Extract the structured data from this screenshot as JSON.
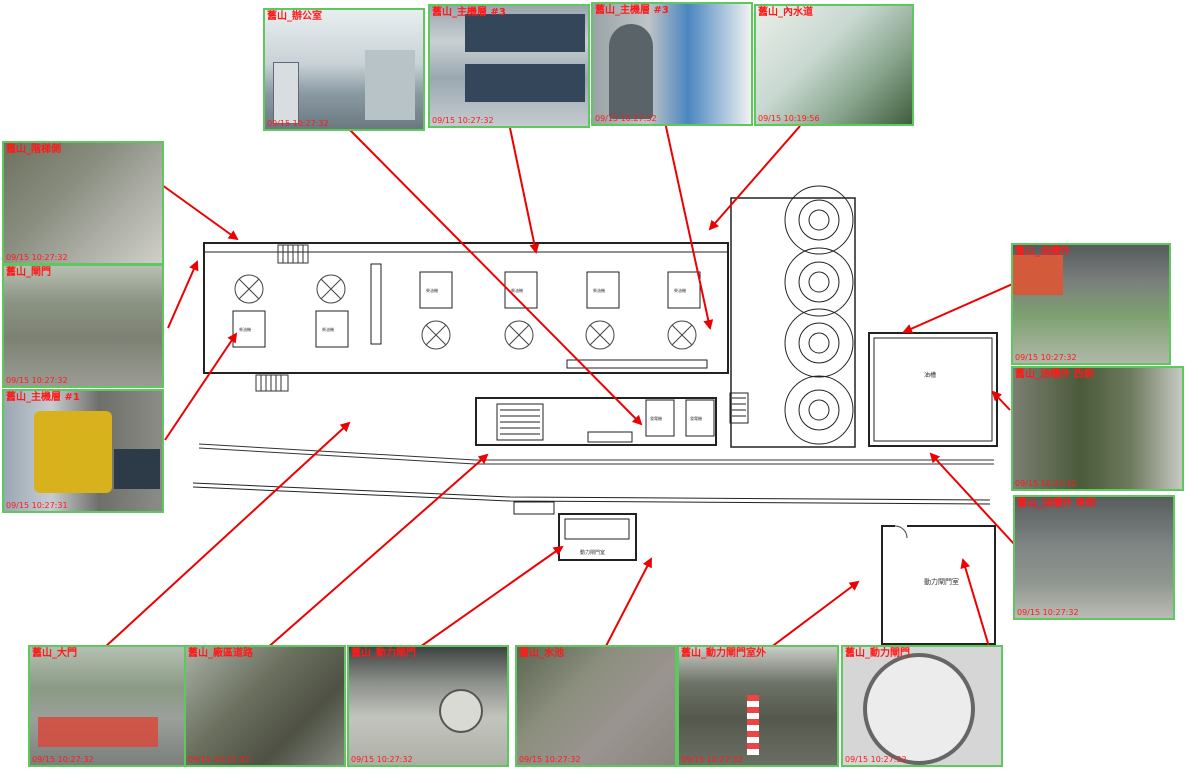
{
  "plan": {
    "oil_tank_label": "油槽",
    "power_gate_room_label": "動力閘門室",
    "power_gate_room2_label": "動力閘門室",
    "gen_label": "發電機",
    "eng_label": "柴油機"
  },
  "cameras": [
    {
      "id": "c1",
      "label": "舊山_辦公室",
      "timestamp": "09/15 10:27:32"
    },
    {
      "id": "c2",
      "label": "舊山_主機層 #3",
      "timestamp": "09/15 10:27:32"
    },
    {
      "id": "c3",
      "label": "舊山_主機層 #3",
      "timestamp": "09/15 10:27:32"
    },
    {
      "id": "c4",
      "label": "舊山_內水道",
      "timestamp": "09/15 10:19:56"
    },
    {
      "id": "c5",
      "label": "舊山_階梯側",
      "timestamp": "09/15 10:27:32"
    },
    {
      "id": "c6",
      "label": "舊山_閘門",
      "timestamp": "09/15 10:27:32"
    },
    {
      "id": "c7",
      "label": "舊山_主機層 #1",
      "timestamp": "09/15 10:27:31"
    },
    {
      "id": "c8",
      "label": "舊山_油槽外",
      "timestamp": "09/15 10:27:32"
    },
    {
      "id": "c9",
      "label": "舊山_油槽外 西側",
      "timestamp": "09/15 10:27:32"
    },
    {
      "id": "c10",
      "label": "舊山_油槽外 東側",
      "timestamp": "09/15 10:27:32"
    },
    {
      "id": "c11",
      "label": "舊山_大門",
      "timestamp": "09/15 10:27:32"
    },
    {
      "id": "c12",
      "label": "舊山_廠區道路",
      "timestamp": "09/15 10:27:32"
    },
    {
      "id": "c13",
      "label": "舊山_動力閘門",
      "timestamp": "09/15 10:27:32"
    },
    {
      "id": "c14",
      "label": "舊山_水池",
      "timestamp": "09/15 10:27:32"
    },
    {
      "id": "c15",
      "label": "舊山_動力閘門室外",
      "timestamp": "09/15 10:27:32"
    },
    {
      "id": "c16",
      "label": "舊山_動力閘門",
      "timestamp": "09/15 10:27:32"
    }
  ]
}
